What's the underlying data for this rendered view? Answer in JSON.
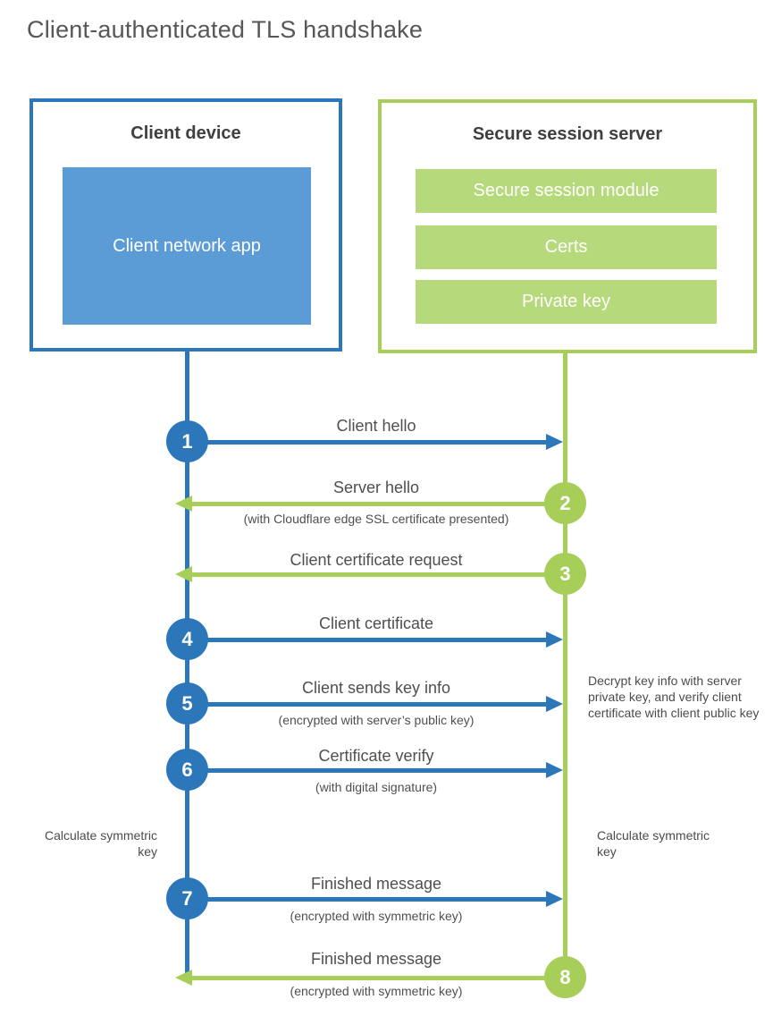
{
  "title": "Client-authenticated TLS handshake",
  "colors": {
    "blue": "#2b77ba",
    "blue_light": "#5c9cd6",
    "green": "#a6ce58",
    "green_light": "#b6d97b",
    "text_dark": "#3f4041",
    "text_gray": "#4e4f51"
  },
  "client_box": {
    "title": "Client device",
    "app_label": "Client network app"
  },
  "server_box": {
    "title": "Secure session server",
    "modules": [
      "Secure session module",
      "Certs",
      "Private key"
    ]
  },
  "steps": [
    {
      "num": "1",
      "label": "Client hello",
      "sub": "",
      "direction": "right",
      "actor": "client"
    },
    {
      "num": "2",
      "label": "Server hello",
      "sub": "(with Cloudflare edge SSL certificate presented)",
      "direction": "left",
      "actor": "server"
    },
    {
      "num": "3",
      "label": "Client certificate request",
      "sub": "",
      "direction": "left",
      "actor": "server"
    },
    {
      "num": "4",
      "label": "Client certificate",
      "sub": "",
      "direction": "right",
      "actor": "client"
    },
    {
      "num": "5",
      "label": "Client sends key info",
      "sub": "(encrypted with server’s public key)",
      "direction": "right",
      "actor": "client"
    },
    {
      "num": "6",
      "label": "Certificate verify",
      "sub": "(with digital signature)",
      "direction": "right",
      "actor": "client"
    },
    {
      "num": "7",
      "label": "Finished message",
      "sub": "(encrypted with symmetric key)",
      "direction": "right",
      "actor": "client"
    },
    {
      "num": "8",
      "label": "Finished message",
      "sub": "(encrypted with symmetric key)",
      "direction": "left",
      "actor": "server"
    }
  ],
  "annotations": {
    "server_note": "Decrypt key info with server private key, and verify client certificate with client public key",
    "calc_left": "Calculate symmetric key",
    "calc_right": "Calculate symmetric key"
  }
}
